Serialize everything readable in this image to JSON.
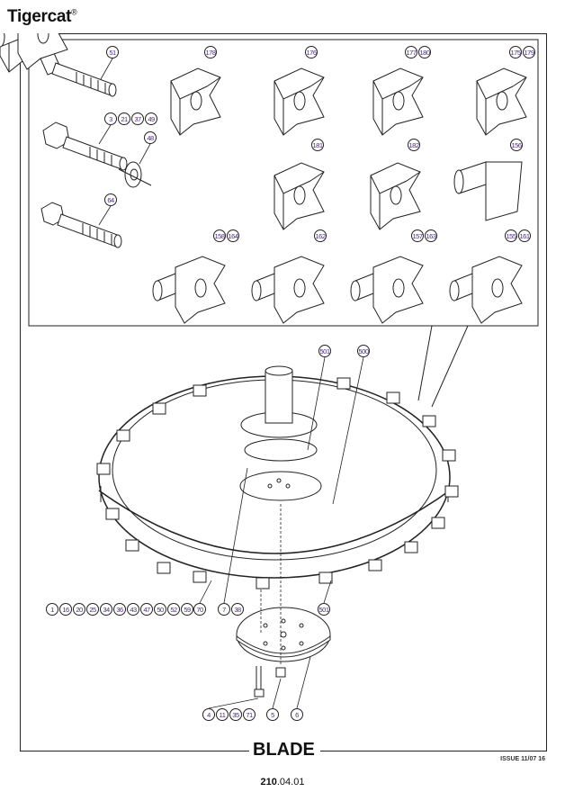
{
  "header": {
    "brand": "Tigercat",
    "brand_mark": "®"
  },
  "footer": {
    "title": "BLADE",
    "issue": "ISSUE 11/07 16",
    "page_bold": "210",
    "page_rest": ".04.01"
  },
  "callouts": {
    "inset": [
      "51",
      "3",
      "21",
      "37",
      "49",
      "48",
      "64",
      "178",
      "176",
      "177",
      "180",
      "175",
      "179",
      "181",
      "182",
      "156",
      "158",
      "164",
      "162",
      "157",
      "163",
      "155",
      "161"
    ],
    "main": [
      "501",
      "500",
      "1",
      "16",
      "20",
      "25",
      "34",
      "36",
      "43",
      "47",
      "50",
      "52",
      "59",
      "70",
      "7",
      "38",
      "501",
      "4",
      "11",
      "35",
      "71",
      "5",
      "6"
    ]
  }
}
